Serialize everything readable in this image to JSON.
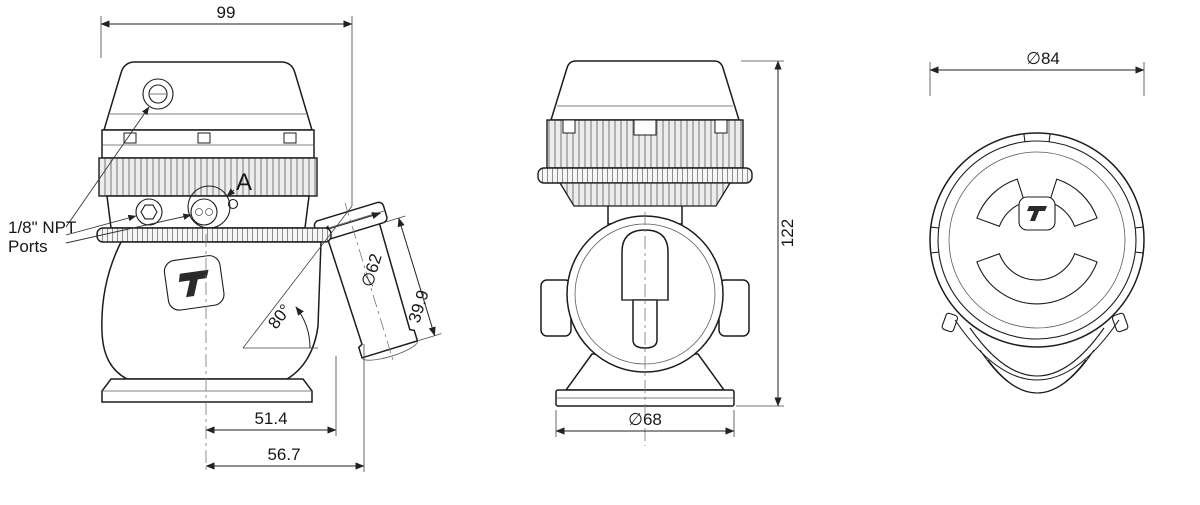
{
  "page": {
    "background": "#ffffff",
    "line_color": "#1c1c1c"
  },
  "drawing": {
    "side_view": {
      "dim_overall_width": "99",
      "ports_label_line1": "1/8\" NPT",
      "ports_label_line2": "Ports",
      "detail_marker": "A",
      "dim_outlet_diameter": "∅62",
      "dim_outlet_angle": "80°",
      "dim_outlet_length": "39.9",
      "dim_outlet_offset_inner": "51.4",
      "dim_outlet_offset_outer": "56.7"
    },
    "front_view": {
      "dim_overall_height": "122",
      "dim_base_diameter": "∅68"
    },
    "top_view": {
      "dim_cap_diameter": "∅84"
    }
  }
}
